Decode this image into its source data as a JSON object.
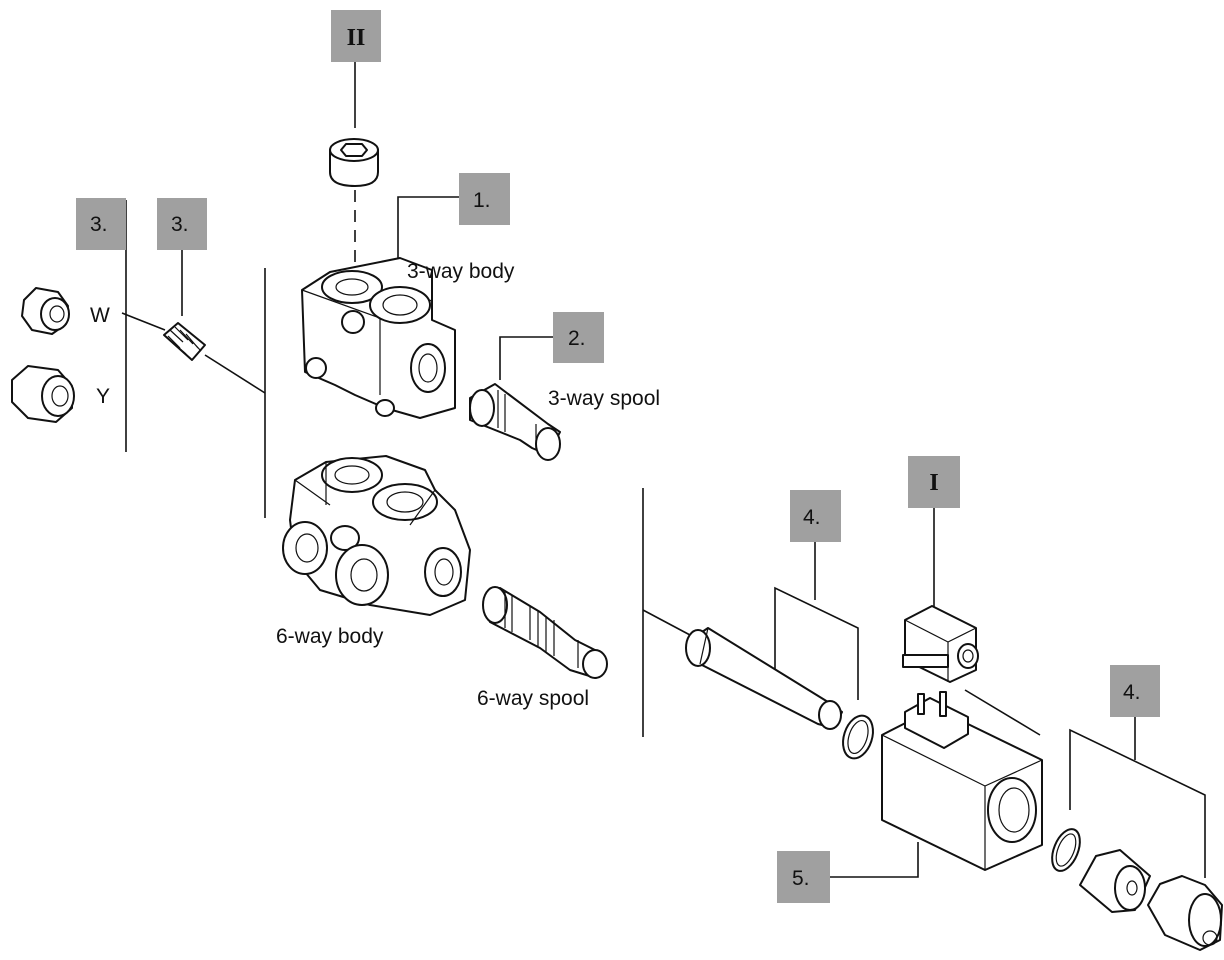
{
  "colors": {
    "tag_fill": "#a0a0a0",
    "ink": "#111111",
    "background": "#ffffff"
  },
  "tags": {
    "roman_2": "II",
    "roman_1": "I",
    "body_3way": "1.",
    "spool_3way": "2.",
    "adjuster_left": "3.",
    "spring": "3.",
    "tube": "4.",
    "nut": "4.",
    "coil": "5."
  },
  "labels": {
    "body_3way": "3-way body",
    "spool_3way": "3-way spool",
    "body_6way": "6-way body",
    "spool_6way": "6-way spool",
    "variant_w": "W",
    "variant_y": "Y"
  }
}
